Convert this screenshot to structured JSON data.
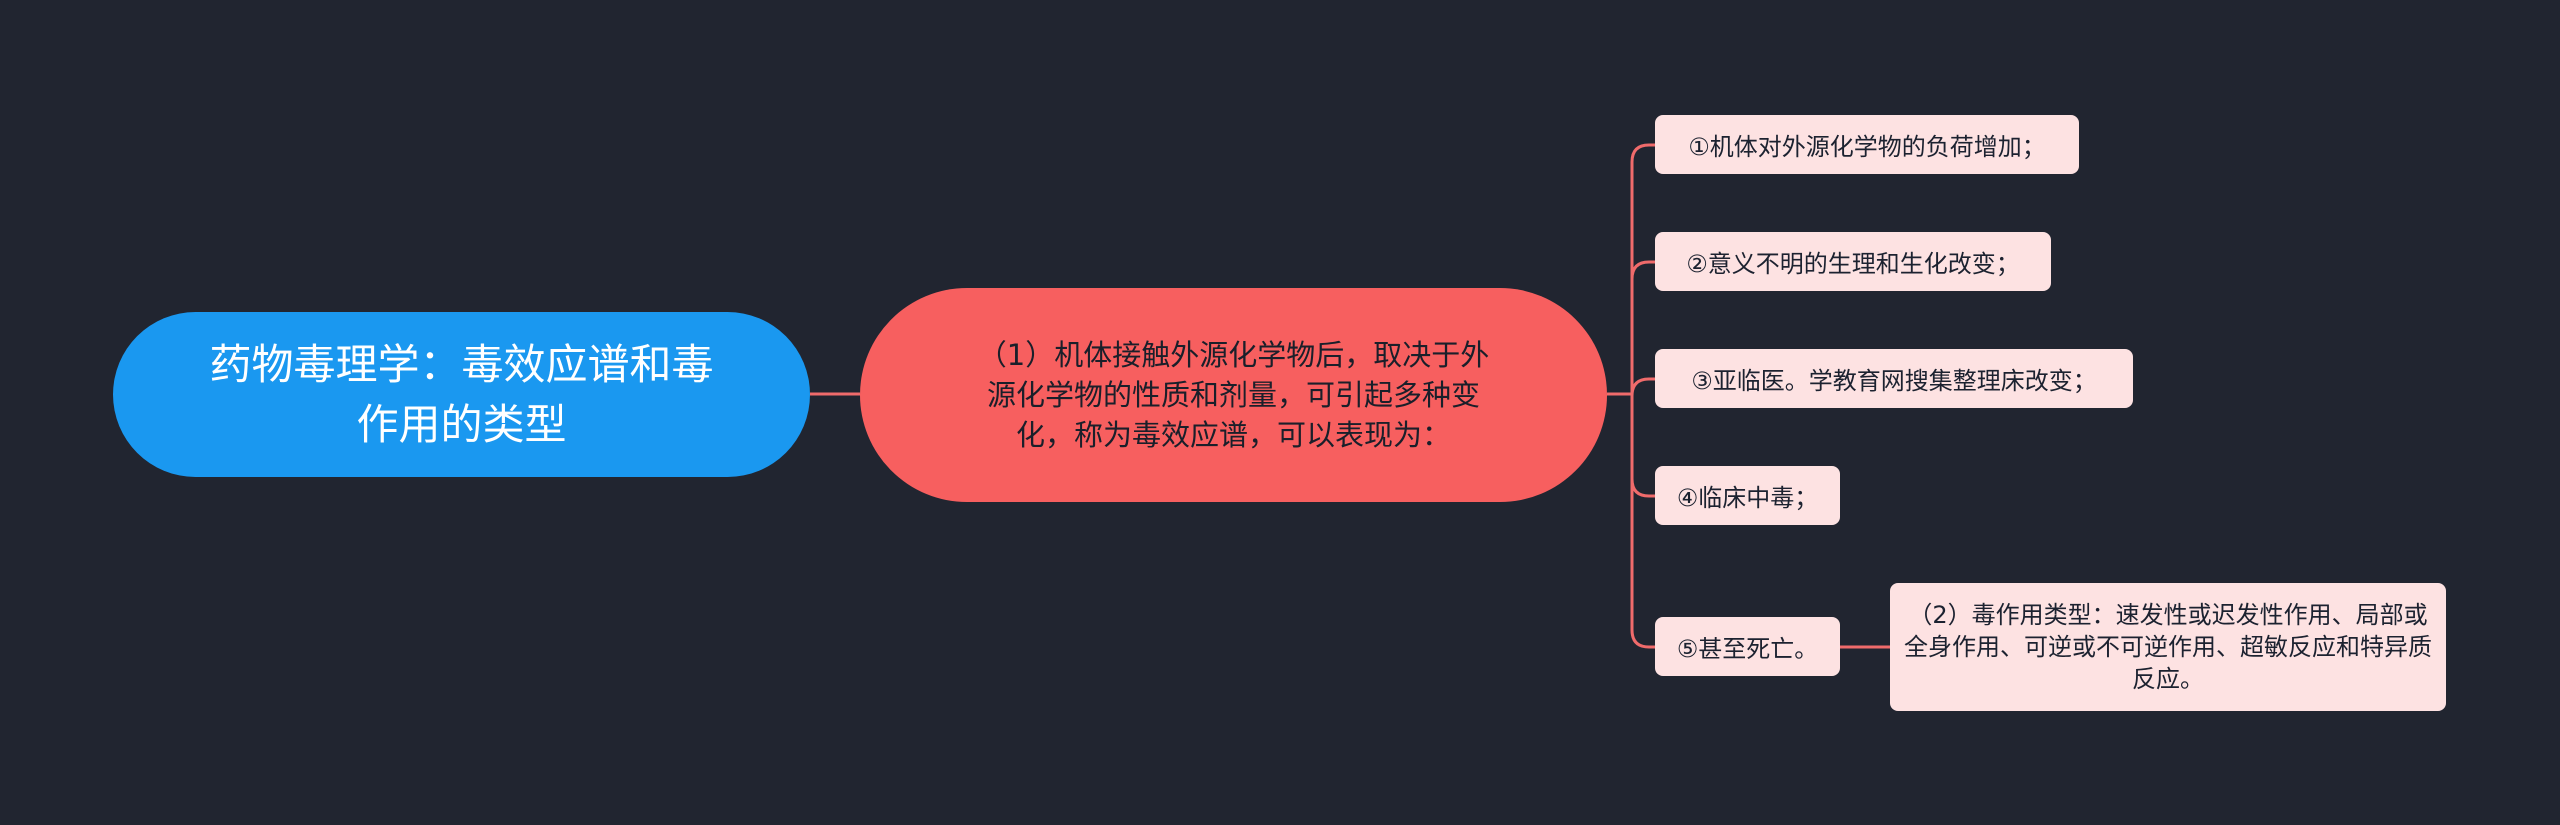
{
  "colors": {
    "background": "#212530",
    "root_fill": "#1a98f0",
    "main_fill": "#f75f5f",
    "leaf_fill": "#fde2e2",
    "connector": "#f06b6b"
  },
  "mindmap": {
    "root": {
      "text": "药物毒理学：毒效应谱和毒作用的类型"
    },
    "main": {
      "text": "（1）机体接触外源化学物后，取决于外源化学物的性质和剂量，可引起多种变化，称为毒效应谱，可以表现为："
    },
    "leaves": [
      {
        "text": "①机体对外源化学物的负荷增加；"
      },
      {
        "text": "②意义不明的生理和生化改变；"
      },
      {
        "text": "③亚临医。学教育网搜集整理床改变；"
      },
      {
        "text": "④临床中毒；"
      },
      {
        "text": "⑤甚至死亡。"
      }
    ],
    "sub_leaf": {
      "text": "（2）毒作用类型：速发性或迟发性作用、局部或全身作用、可逆或不可逆作用、超敏反应和特异质反应。"
    }
  }
}
